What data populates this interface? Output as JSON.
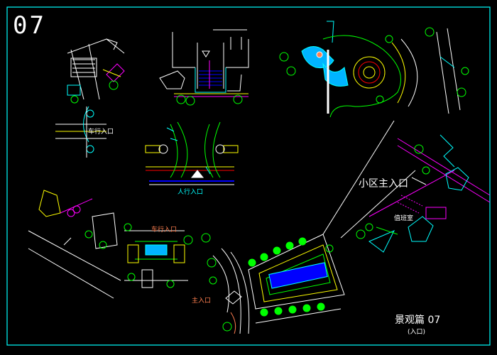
{
  "sheet": {
    "number_label": "07",
    "title": "景观篇 07",
    "subtitle": "(入口)"
  },
  "labels": {
    "main_entrance": "小区主入口",
    "car_entrance": "车行入口",
    "guard_house": "值班室",
    "entrance_small_1": "车行入口",
    "entrance_small_2": "人行入口",
    "entrance_small_3": "主入口"
  },
  "colors": {
    "background": "#000000",
    "frame": "#00ffff",
    "white_line": "#ffffff",
    "yellow": "#ffff00",
    "green": "#00ff00",
    "cyan": "#00ffff",
    "magenta": "#ff00ff",
    "blue": "#0000ff",
    "red": "#ff0000"
  }
}
